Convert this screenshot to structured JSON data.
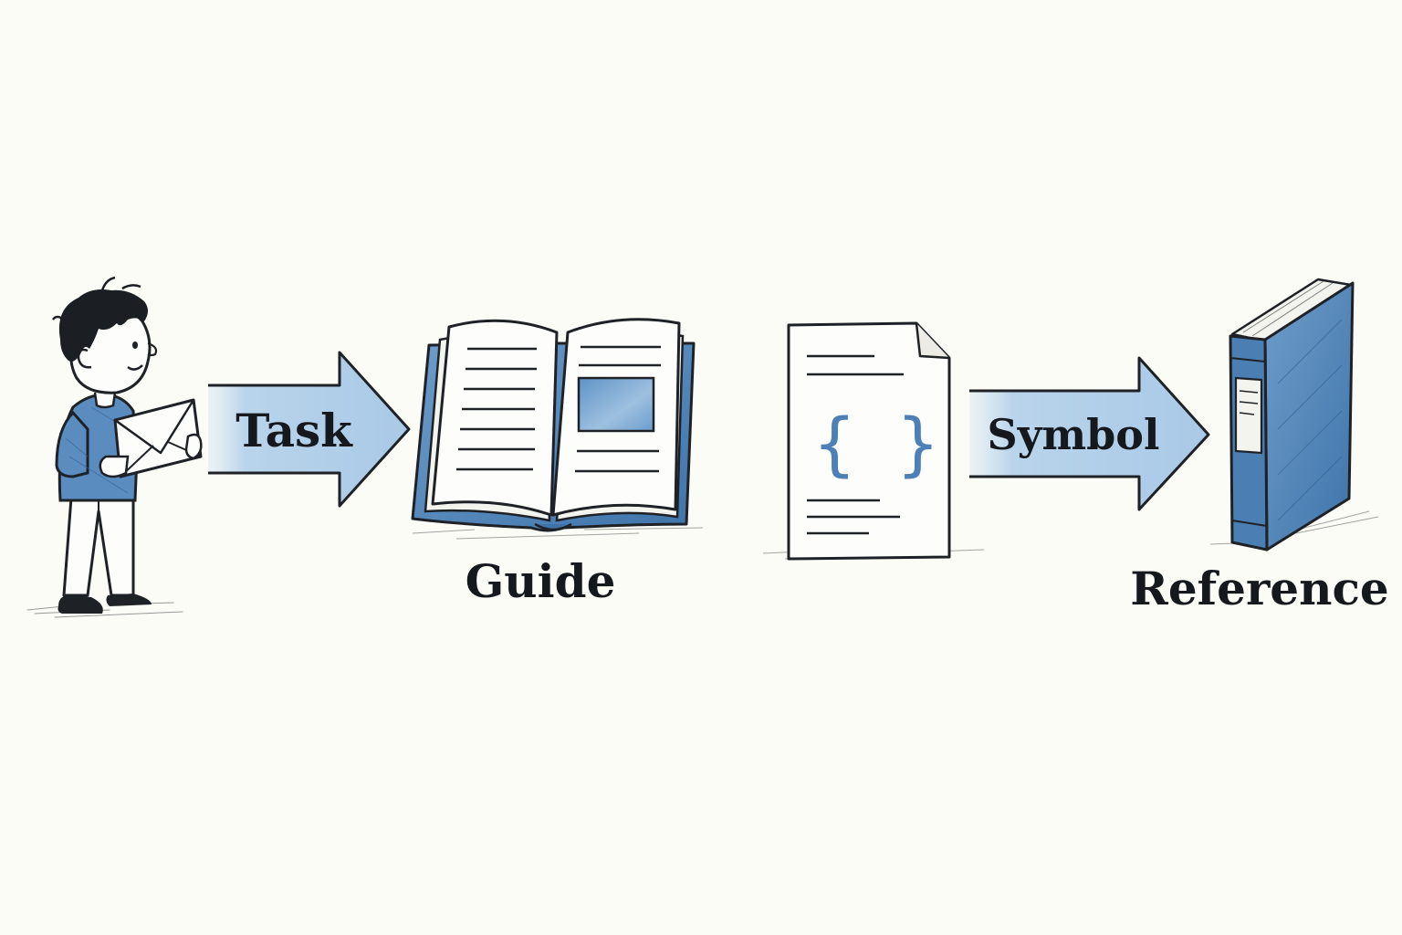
{
  "diagram": {
    "arrow_task": {
      "label": "Task"
    },
    "arrow_symbol": {
      "label": "Symbol"
    },
    "guide": {
      "label": "Guide"
    },
    "reference": {
      "label": "Reference"
    },
    "code_page": {
      "glyph": "{ }"
    }
  },
  "icons": {
    "person": "person-holding-envelope-icon",
    "envelope": "envelope-icon",
    "open_book": "open-book-icon",
    "code_document": "code-document-icon",
    "closed_book": "closed-book-icon"
  },
  "colors": {
    "background": "#fcfcf6",
    "accent_blue": "#5b8fc2",
    "arrow_fill": "#b8d3ea",
    "ink": "#1e2227"
  }
}
